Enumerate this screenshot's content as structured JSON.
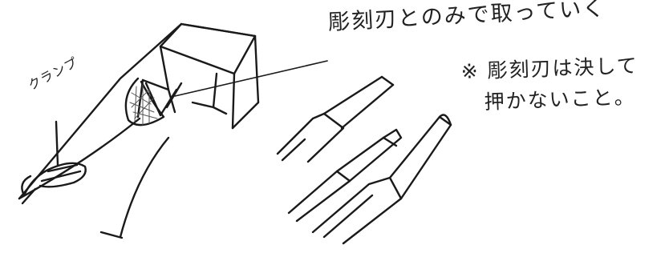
{
  "annotations": {
    "main": "彫刻刃とのみで取っていく",
    "note_line1": "※ 彫刻刃は決して",
    "note_line2": "押かないこと。",
    "clamp_label": "クランプ"
  },
  "colors": {
    "ink": "#1a1a1a",
    "paper": "#ffffff"
  }
}
